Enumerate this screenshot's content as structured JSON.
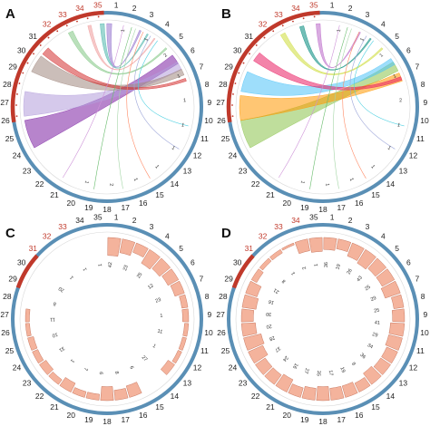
{
  "panels": [
    {
      "letter": "A",
      "red_labels": [
        "35",
        "34",
        "33",
        "32"
      ],
      "chords": [
        {
          "from": 0.9,
          "to": 4.2,
          "w": 0.35,
          "color": "#7b1fa2"
        },
        {
          "from": 1.0,
          "to": 4.6,
          "w": 0.3,
          "color": "#b39ddb"
        },
        {
          "from": 1.1,
          "to": 5.15,
          "w": 0.22,
          "color": "#a1887f"
        },
        {
          "from": 1.22,
          "to": 5.4,
          "w": 0.1,
          "color": "#d32f2f"
        },
        {
          "from": 0.78,
          "to": 5.8,
          "w": 0.06,
          "color": "#81c784"
        },
        {
          "from": 0.6,
          "to": 6.05,
          "w": 0.04,
          "color": "#ef9a9a"
        },
        {
          "from": 0.5,
          "to": 6.2,
          "w": 0.05,
          "color": "#4db6ac"
        },
        {
          "from": 0.4,
          "to": 6.28,
          "w": 0.06,
          "color": "#9575cd"
        }
      ],
      "inner_nums": [
        "1",
        "1",
        "2",
        "1",
        "1",
        "1",
        "1",
        "1",
        "1",
        "2",
        "1"
      ],
      "bars": []
    },
    {
      "letter": "B",
      "red_labels": [
        "35",
        "34",
        "33",
        "32"
      ],
      "chords": [
        {
          "from": 1.0,
          "to": 4.2,
          "w": 0.35,
          "color": "#8bc34a"
        },
        {
          "from": 1.15,
          "to": 4.55,
          "w": 0.3,
          "color": "#ff9800"
        },
        {
          "from": 0.95,
          "to": 4.9,
          "w": 0.25,
          "color": "#4fc3f7"
        },
        {
          "from": 1.2,
          "to": 5.3,
          "w": 0.12,
          "color": "#e91e63"
        },
        {
          "from": 0.78,
          "to": 5.75,
          "w": 0.06,
          "color": "#cddc39"
        },
        {
          "from": 0.6,
          "to": 6.0,
          "w": 0.05,
          "color": "#00897b"
        },
        {
          "from": 0.45,
          "to": 6.2,
          "w": 0.05,
          "color": "#ba68c8"
        }
      ],
      "inner_nums": [
        "1",
        "1",
        "1",
        "1",
        "2",
        "1",
        "1",
        "1",
        "1",
        "1",
        "1"
      ],
      "bars": []
    },
    {
      "letter": "C",
      "red_labels": [
        "33",
        "32",
        "31"
      ],
      "chords": [],
      "inner_nums": [
        "42",
        "23",
        "25",
        "12",
        "23",
        "1",
        "11",
        "1",
        "27",
        "6",
        "8",
        "6",
        "7",
        "1",
        "31",
        "10",
        "11",
        "8",
        "20",
        "1",
        "1",
        "1"
      ],
      "bars": [
        0.9,
        0.7,
        0.5,
        0.8,
        0.7,
        0.6,
        0.5,
        0.3,
        0.3,
        0.2,
        0.2,
        0.2,
        0.4,
        0,
        0,
        0.6,
        0.5,
        0.7,
        0.3,
        0.3,
        0.5,
        0.3,
        0.4,
        0.3,
        0.3,
        0.2,
        0.2,
        0,
        0,
        0,
        0,
        0,
        0,
        0,
        0
      ]
    },
    {
      "letter": "D",
      "red_labels": [
        "34",
        "33",
        "32",
        "31"
      ],
      "chords": [],
      "inner_nums": [
        "36",
        "19",
        "26",
        "43",
        "25",
        "29",
        "25",
        "41",
        "29",
        "34",
        "36",
        "8",
        "19",
        "17",
        "35",
        "27",
        "16",
        "24",
        "37",
        "28",
        "20",
        "30",
        "16",
        "21",
        "8",
        "1",
        "2",
        "1"
      ],
      "bars": [
        0.6,
        0.5,
        0.7,
        0.8,
        0.7,
        0.7,
        0.8,
        0.5,
        0.6,
        0.7,
        0.7,
        0.6,
        0.6,
        0.7,
        0.5,
        0.6,
        0.6,
        0.7,
        0.6,
        0.5,
        0.7,
        0.6,
        0.6,
        0.8,
        0.9,
        0.7,
        0.6,
        0.7,
        0.6,
        0.3,
        0.2,
        0.2,
        0.1,
        0.6,
        0.7
      ]
    }
  ],
  "colors": {
    "ring": "#5a8fb5",
    "ring_red": "#c0392b",
    "bar_fill": "#f4b39c",
    "bar_stroke": "#c97a63"
  }
}
